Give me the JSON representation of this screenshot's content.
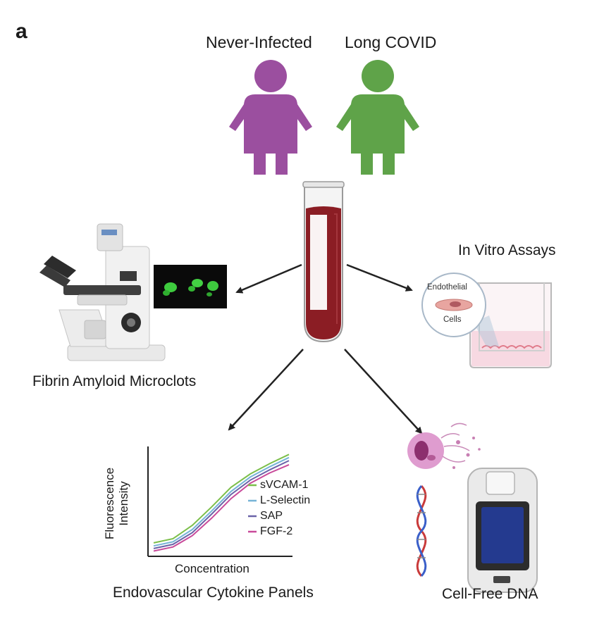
{
  "panel_letter": "a",
  "groups": {
    "never_infected": {
      "label": "Never-Infected",
      "color": "#9b4f9f"
    },
    "long_covid": {
      "label": "Long COVID",
      "color": "#5fa349"
    }
  },
  "assays": {
    "microclots": "Fibrin Amyloid Microclots",
    "in_vitro": "In Vitro Assays",
    "cytokine": "Endovascular Cytokine Panels",
    "cfdna": "Cell-Free DNA"
  },
  "in_vitro_inset": {
    "line1": "Endothelial",
    "line2": "Cells"
  },
  "chart_data": {
    "type": "line",
    "xlabel": "Concentration",
    "ylabel": "Fluorescence Intensity",
    "ylabel_lines": [
      "Fluorescence",
      "Intensity"
    ],
    "x": [
      0,
      1,
      2,
      3,
      4,
      5,
      6,
      7
    ],
    "xlim": [
      0,
      7
    ],
    "ylim": [
      0,
      10
    ],
    "grid": false,
    "legend_position": "center-right",
    "series": [
      {
        "name": "sVCAM-1",
        "color": "#7cbf4a",
        "values": [
          0.9,
          1.3,
          2.6,
          4.4,
          6.3,
          7.6,
          8.6,
          9.5
        ]
      },
      {
        "name": "L-Selectin",
        "color": "#76b4d6",
        "values": [
          0.6,
          1.0,
          2.2,
          4.0,
          5.9,
          7.3,
          8.3,
          9.2
        ]
      },
      {
        "name": "SAP",
        "color": "#6a63a8",
        "values": [
          0.35,
          0.75,
          1.9,
          3.7,
          5.6,
          7.0,
          8.0,
          8.9
        ]
      },
      {
        "name": "FGF-2",
        "color": "#c84a9a",
        "values": [
          0.1,
          0.5,
          1.6,
          3.3,
          5.2,
          6.7,
          7.7,
          8.5
        ]
      }
    ]
  }
}
